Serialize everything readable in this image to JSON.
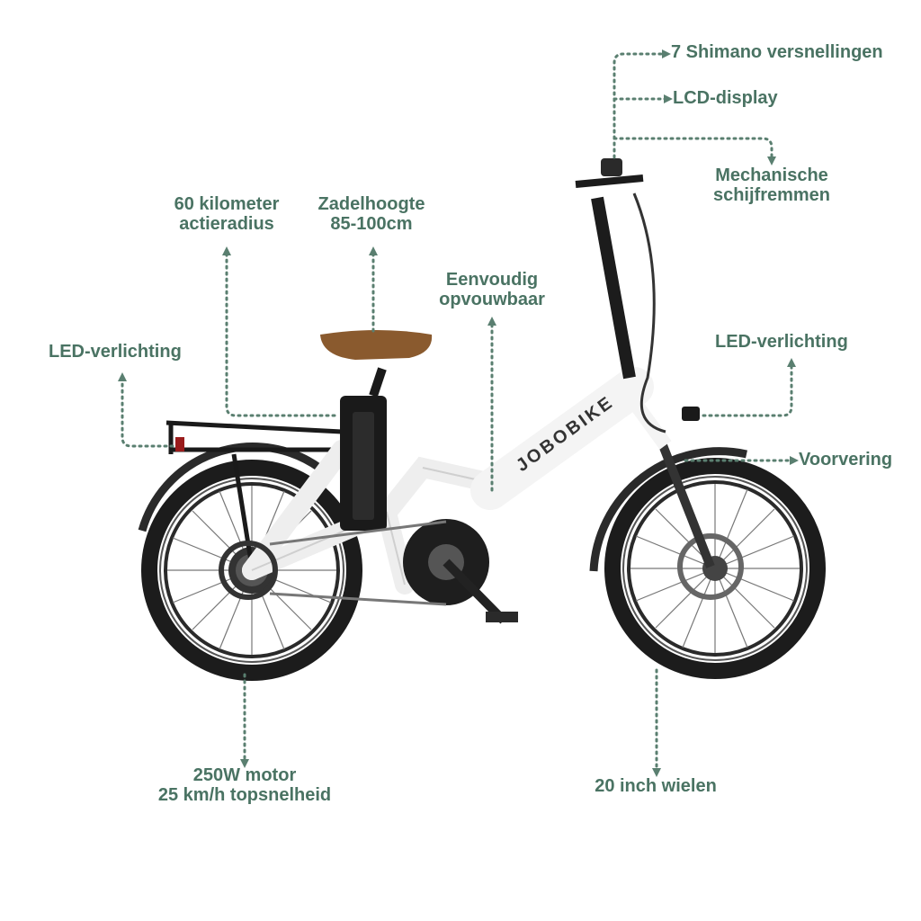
{
  "brand": {
    "frame_text": "JOBOBIKE"
  },
  "colors": {
    "label": "#4a7363",
    "leader": "#5a7f70",
    "saddle": "#8a5a2e",
    "frame": "#f2f2f2",
    "tire": "#1a1a1a"
  },
  "callouts": {
    "gears": "7 Shimano versnellingen",
    "display": "LCD-display",
    "brakes_l1": "Mechanische",
    "brakes_l2": "schijfremmen",
    "range_l1": "60 kilometer",
    "range_l2": "actieradius",
    "saddle_l1": "Zadelhoogte",
    "saddle_l2": "85-100cm",
    "fold_l1": "Eenvoudig",
    "fold_l2": "opvouwbaar",
    "led_rear": "LED-verlichting",
    "led_front": "LED-verlichting",
    "suspension": "Voorvering",
    "motor_l1": "250W motor",
    "motor_l2": "25 km/h topsnelheid",
    "wheels": "20 inch wielen"
  }
}
